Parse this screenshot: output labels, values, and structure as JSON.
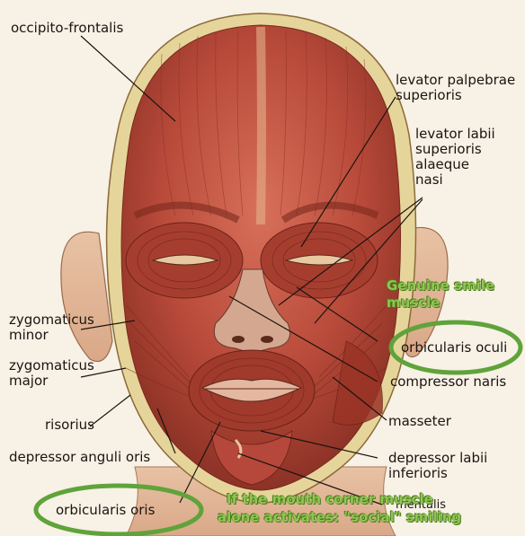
{
  "labels": {
    "occipito_frontalis": "occipito-frontalis",
    "levator_palpebrae": [
      "levator palpebrae",
      "superioris"
    ],
    "levator_labii": [
      "levator labii",
      "superioris",
      "alaeque",
      "nasi"
    ],
    "zygomaticus_minor": [
      "zygomaticus",
      "minor"
    ],
    "zygomaticus_major": [
      "zygomaticus",
      "major"
    ],
    "risorius": "risorius",
    "depressor_anguli_oris": "depressor anguli oris",
    "orbicularis_oris": "orbicularis oris",
    "orbicularis_oculi": "orbicularis oculi",
    "compressor_naris": "compressor naris",
    "masseter": "masseter",
    "depressor_labii": [
      "depressor labii",
      "inferioris"
    ],
    "mentalis": "mentalis"
  },
  "annotations": {
    "genuine_smile": [
      "Genuine smile",
      "muscle"
    ],
    "social_smile": [
      "If the mouth corner muscle",
      "alone  activates: \"social\" smiling"
    ]
  },
  "colors": {
    "highlight_green": "#5fa33a",
    "annotation_text": "#8fc74f",
    "muscle_red": "#b84a3a"
  }
}
